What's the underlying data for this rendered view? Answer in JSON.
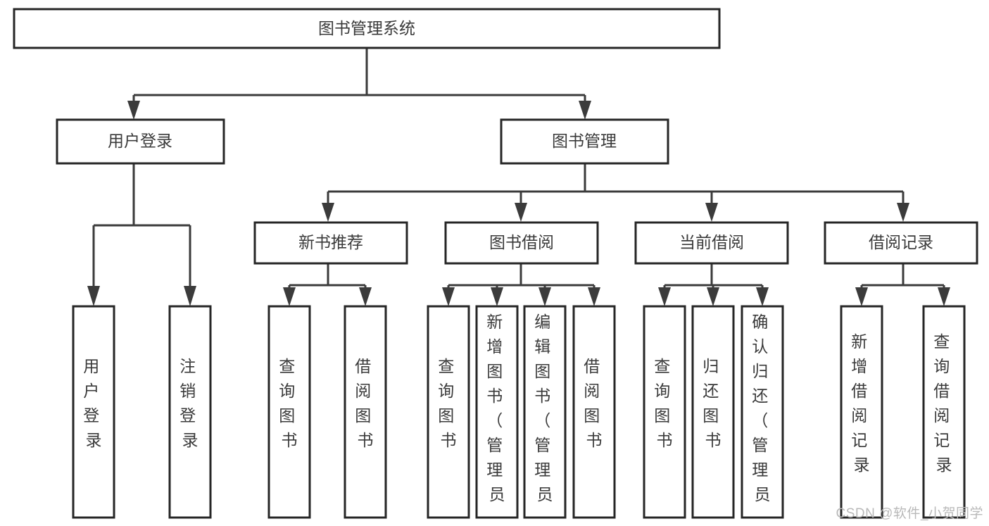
{
  "diagram": {
    "title": "图书管理系统",
    "type": "tree-hierarchy-chart",
    "watermark": "CSDN @软件_小贺同学",
    "colors": {
      "box_stroke": "#262626",
      "line_stroke": "#3b3b3b",
      "box_fill": "#ffffff",
      "text": "#3a3a3a",
      "watermark": "#b9b9b9",
      "background": "#ffffff"
    },
    "root": {
      "label": "图书管理系统"
    },
    "level2": [
      {
        "label": "用户登录"
      },
      {
        "label": "图书管理"
      }
    ],
    "level3": [
      {
        "label": "新书推荐"
      },
      {
        "label": "图书借阅"
      },
      {
        "label": "当前借阅"
      },
      {
        "label": "借阅记录"
      }
    ],
    "leaves": {
      "user_login": [
        {
          "label": "用户登录"
        },
        {
          "label": "注销登录"
        }
      ],
      "new_book_recommend": [
        {
          "label": "查询图书"
        },
        {
          "label": "借阅图书"
        }
      ],
      "book_borrow": [
        {
          "label": "查询图书"
        },
        {
          "label": "新增图书（管理员）"
        },
        {
          "label": "编辑图书（管理员）"
        },
        {
          "label": "借阅图书"
        }
      ],
      "current_borrow": [
        {
          "label": "查询图书"
        },
        {
          "label": "归还图书"
        },
        {
          "label": "确认归还（管理员）"
        }
      ],
      "borrow_record": [
        {
          "label": "新增借阅记录"
        },
        {
          "label": "查询借阅记录"
        }
      ]
    }
  }
}
